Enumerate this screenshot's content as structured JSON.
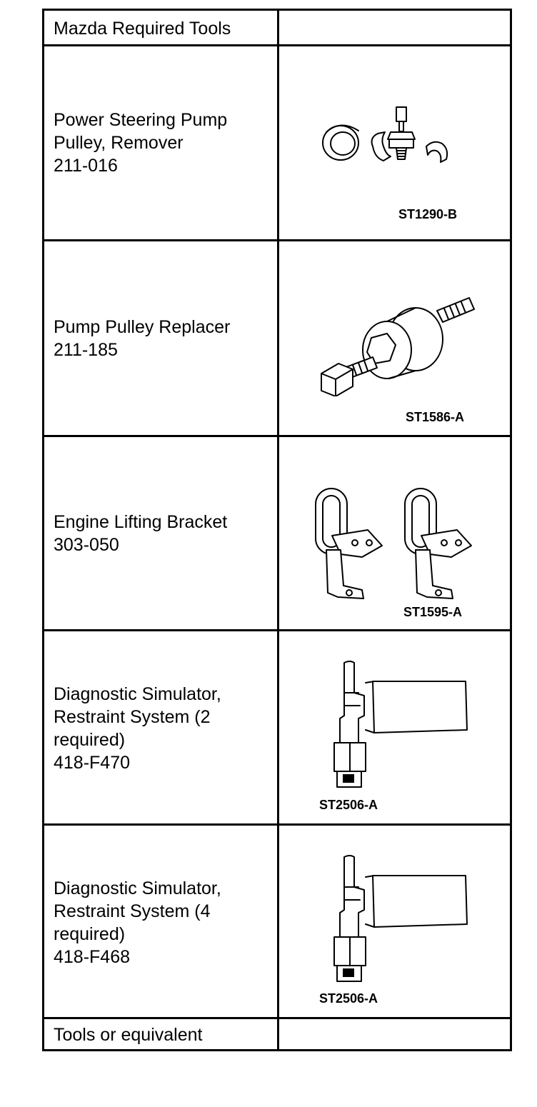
{
  "header": {
    "title": "Mazda Required Tools",
    "right": ""
  },
  "rows": [
    {
      "lines": [
        "Power Steering Pump",
        "Pulley, Remover",
        "211-016"
      ],
      "code": "ST1290-B",
      "icon": "pulley-remover-icon"
    },
    {
      "lines": [
        "Pump Pulley Replacer",
        "211-185"
      ],
      "code": "ST1586-A",
      "icon": "pulley-replacer-icon"
    },
    {
      "lines": [
        "Engine Lifting Bracket",
        "303-050"
      ],
      "code": "ST1595-A",
      "icon": "lifting-bracket-icon"
    },
    {
      "lines": [
        "Diagnostic Simulator,",
        "Restraint System (2",
        "required)",
        "418-F470"
      ],
      "code": "ST2506-A",
      "icon": "diagnostic-simulator-icon"
    },
    {
      "lines": [
        "Diagnostic Simulator,",
        "Restraint System (4",
        "required)",
        "418-F468"
      ],
      "code": "ST2506-A",
      "icon": "diagnostic-simulator-icon"
    }
  ],
  "footer": {
    "note": "Tools or equivalent",
    "right": ""
  }
}
